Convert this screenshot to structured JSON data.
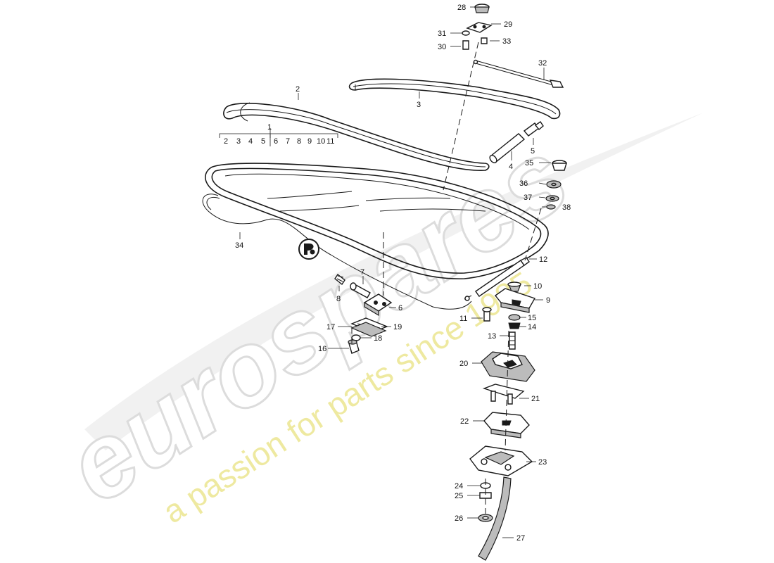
{
  "watermark": {
    "brand": "eurospares",
    "tagline": "a passion for parts since 1985",
    "brand_color": "#dcdcdc",
    "tagline_color": "#eee9a0"
  },
  "callouts": {
    "c1": "1",
    "c2": "2",
    "c3": "3",
    "c4": "4",
    "c5": "5",
    "c6": "6",
    "c7": "7",
    "c8": "8",
    "c9": "9",
    "c10": "10",
    "c11": "11",
    "c12": "12",
    "c13": "13",
    "c14": "14",
    "c15": "15",
    "c16": "16",
    "c17": "17",
    "c18": "18",
    "c19": "19",
    "c20": "20",
    "c21": "21",
    "c22": "22",
    "c23": "23",
    "c24": "24",
    "c25": "25",
    "c26": "26",
    "c27": "27",
    "c28": "28",
    "c29": "29",
    "c30": "30",
    "c31": "31",
    "c32": "32",
    "c33": "33",
    "c34": "34",
    "c35": "35",
    "c36": "36",
    "c37": "37",
    "c38": "38"
  },
  "assembly_scale": [
    "2",
    "3",
    "4",
    "5",
    "6",
    "7",
    "8",
    "9",
    "10",
    "11"
  ]
}
